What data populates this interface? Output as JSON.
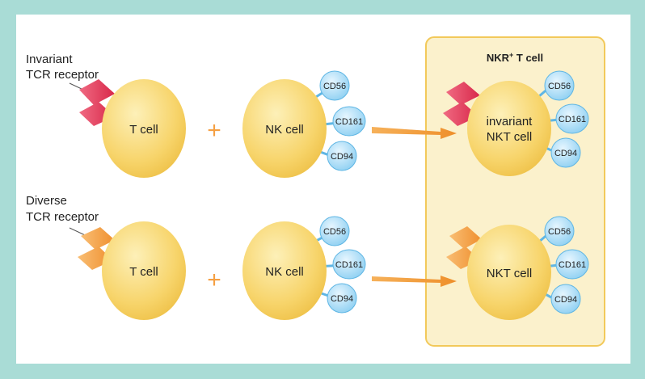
{
  "rows": [
    {
      "receptor_label_line1": "Invariant",
      "receptor_label_line2": "TCR receptor",
      "t_cell_label": "T cell",
      "plus": "+",
      "nk_cell_label": "NK cell",
      "nk_markers": [
        "CD56",
        "CD161",
        "CD94"
      ],
      "result_label_line1": "invariant",
      "result_label_line2": "NKT cell",
      "result_markers": [
        "CD56",
        "CD161",
        "CD94"
      ]
    },
    {
      "receptor_label_line1": "Diverse",
      "receptor_label_line2": "TCR receptor",
      "t_cell_label": "T cell",
      "plus": "+",
      "nk_cell_label": "NK cell",
      "nk_markers": [
        "CD56",
        "CD161",
        "CD94"
      ],
      "result_label_line1": "NKT cell",
      "result_label_line2": "",
      "result_markers": [
        "CD56",
        "CD161",
        "CD94"
      ]
    }
  ],
  "result_panel": {
    "title": "NKR",
    "title_sup": "+",
    "title_rest": " T cell"
  },
  "colors": {
    "background_border": "#a9dcd6",
    "panel_fill": "#fbf1cc",
    "panel_stroke": "#f2c95a",
    "cell_fill": "#f7d46a",
    "marker_fill": "#a9dcf5",
    "marker_stroke": "#5fb6e4",
    "invariant_receptor": "#e53e5c",
    "diverse_receptor": "#f5a043",
    "arrow": "#f5a043"
  }
}
